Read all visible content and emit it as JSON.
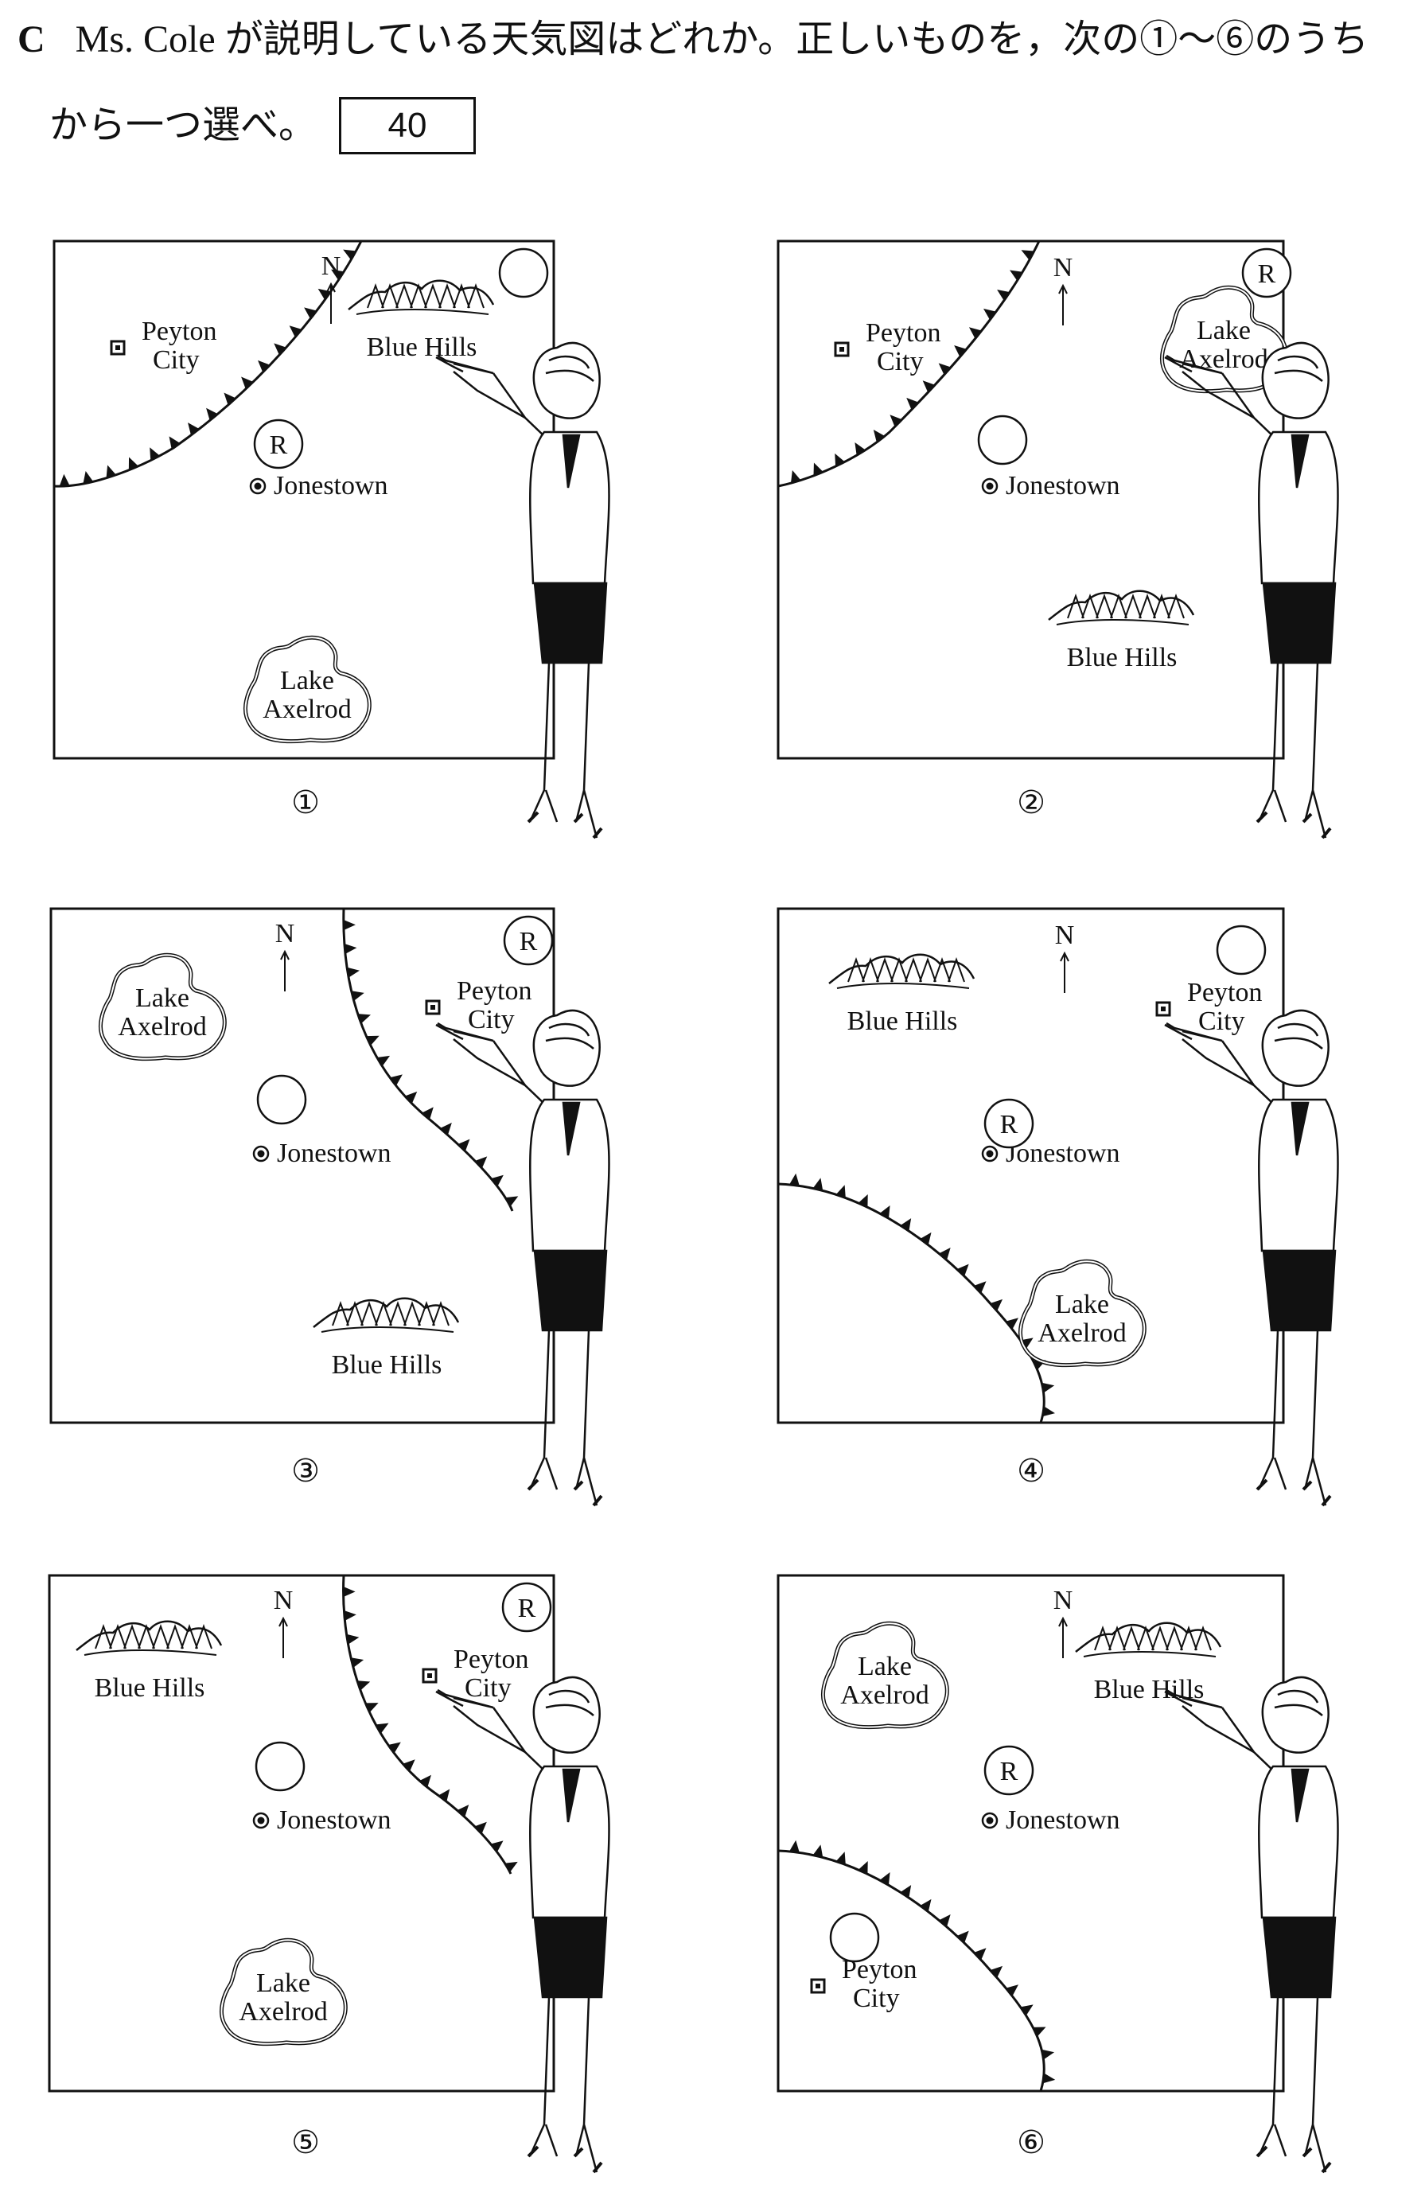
{
  "question": {
    "section": "C",
    "line1": "Ms. Cole が説明している天気図はどれか。正しいものを，次の①〜⑥のうち",
    "line2": "から一つ選べ。",
    "answer_number": "40"
  },
  "map_labels": {
    "north": "N",
    "peyton": [
      "Peyton",
      "City"
    ],
    "jonestown": "Jonestown",
    "blue_hills": "Blue Hills",
    "lake": [
      "Lake",
      "Axelrod"
    ],
    "rain": "R"
  },
  "options": [
    {
      "label": "①"
    },
    {
      "label": "②"
    },
    {
      "label": "③"
    },
    {
      "label": "④"
    },
    {
      "label": "⑤"
    },
    {
      "label": "⑥"
    }
  ]
}
